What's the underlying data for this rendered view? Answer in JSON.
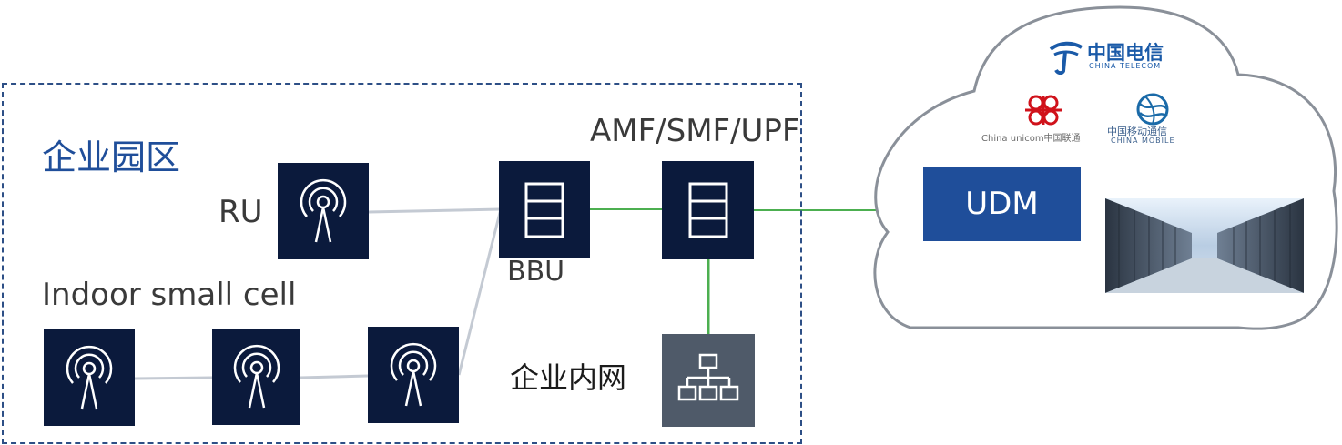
{
  "campus": {
    "title": "企业园区"
  },
  "labels": {
    "ru": "RU",
    "indoor": "Indoor small cell",
    "bbu": "BBU",
    "core": "AMF/SMF/UPF",
    "lan": "企业内网"
  },
  "cloud": {
    "udm": "UDM",
    "logos": {
      "telecom": "中国电信",
      "telecom_en": "CHINA TELECOM",
      "unicom": "China unicom中国联通",
      "mobile": "中国移动通信",
      "mobile_en": "CHINA MOBILE"
    }
  },
  "icons": {
    "ru": "antenna-icon",
    "indoor": "antenna-icon",
    "bbu": "server-rack-icon",
    "core": "server-rack-icon",
    "lan": "network-topology-icon",
    "datacenter": "datacenter-image"
  },
  "colors": {
    "node_bg": "#0b1a3c",
    "lan_bg": "#4f5a69",
    "campus_border": "#2d4f86",
    "udm_bg": "#1f4e9a",
    "link_gray": "#c4cad3",
    "link_green": "#4caf50"
  }
}
